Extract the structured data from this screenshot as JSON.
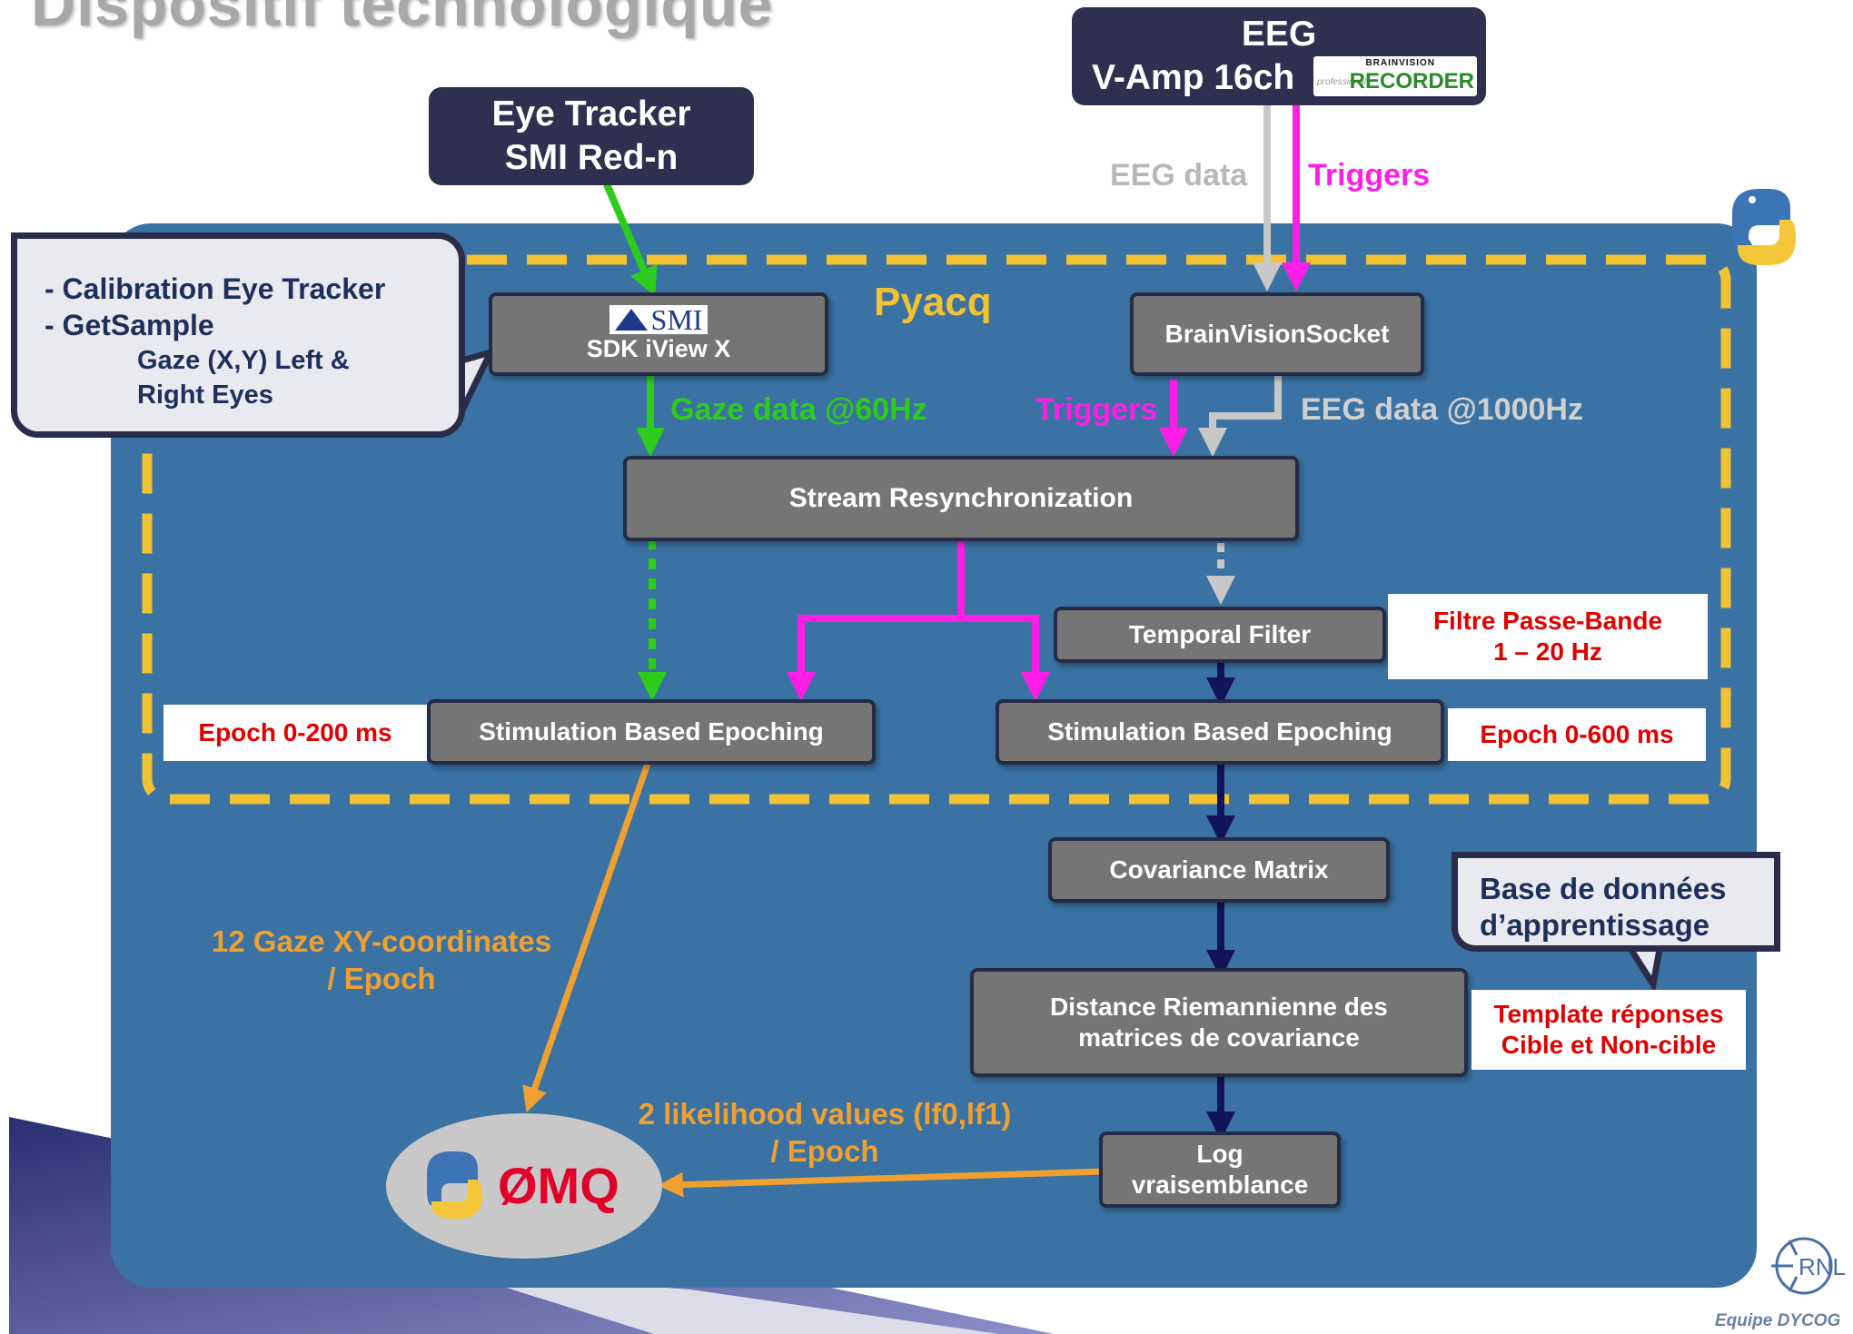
{
  "title": "Dispositif technologique",
  "eye_tracker": {
    "line1": "Eye Tracker",
    "line2": "SMI Red-n"
  },
  "eeg": {
    "line1": "EEG",
    "line2": "V-Amp 16ch",
    "logo_top": "BRAINVISION",
    "logo_small": "professional",
    "logo_main": "RECORDER"
  },
  "callout_left": {
    "item1": "- Calibration Eye Tracker",
    "item2": "- GetSample",
    "item3": "Gaze (X,Y) Left &",
    "item4": "Right Eyes"
  },
  "pyacq_label": "Pyacq",
  "sdk": {
    "logo": "SMI",
    "label": "SDK iView X"
  },
  "brainvision_socket": "BrainVisionSocket",
  "labels": {
    "eeg_data": "EEG data",
    "triggers_top": "Triggers",
    "gaze_data": "Gaze data @60Hz",
    "triggers_mid": "Triggers",
    "eeg_data_rate": "EEG data @1000Hz",
    "gaze_xy_1": "12 Gaze XY-coordinates",
    "gaze_xy_2": "/ Epoch",
    "likelihood_1": "2 likelihood values (lf0,lf1)",
    "likelihood_2": "/ Epoch"
  },
  "stream_resync": "Stream Resynchronization",
  "temporal_filter": "Temporal Filter",
  "filter_note": {
    "line1": "Filtre Passe-Bande",
    "line2": "1 – 20 Hz"
  },
  "epoch_left": {
    "label": "Stimulation Based Epoching",
    "note": "Epoch 0-200 ms"
  },
  "epoch_right": {
    "label": "Stimulation Based Epoching",
    "note": "Epoch 0-600 ms"
  },
  "covariance": "Covariance Matrix",
  "distance": {
    "line1": "Distance  Riemannienne des",
    "line2": "matrices de covariance"
  },
  "template_note": {
    "line1": "Template réponses",
    "line2": "Cible et Non-cible"
  },
  "callout_right": {
    "line1": "Base de données",
    "line2": "d’apprentissage"
  },
  "log_box": {
    "line1": "Log",
    "line2": "vraisemblance"
  },
  "zmq_label": "ØMQ",
  "crnl": {
    "logo": "RNL",
    "team": "Equipe  DYCOG"
  },
  "colors": {
    "panel": "#3a72a3",
    "dash": "#f2c232",
    "green": "#2ecc1a",
    "magenta": "#ff1ee6",
    "grey_arrow": "#c8c8c8",
    "navy_arrow": "#11145a",
    "orange": "#f0a030",
    "red_text": "#e00000"
  }
}
